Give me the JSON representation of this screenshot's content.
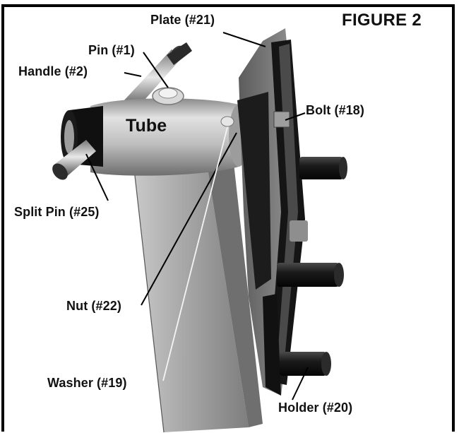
{
  "figure": {
    "title": "FIGURE 2",
    "labels": {
      "plate": "Plate (#21)",
      "pin": "Pin (#1)",
      "handle": "Handle (#2)",
      "tube": "Tube",
      "bolt": "Bolt (#18)",
      "split_pin": "Split Pin (#25)",
      "nut": "Nut (#22)",
      "washer": "Washer (#19)",
      "holder": "Holder (#20)"
    }
  }
}
